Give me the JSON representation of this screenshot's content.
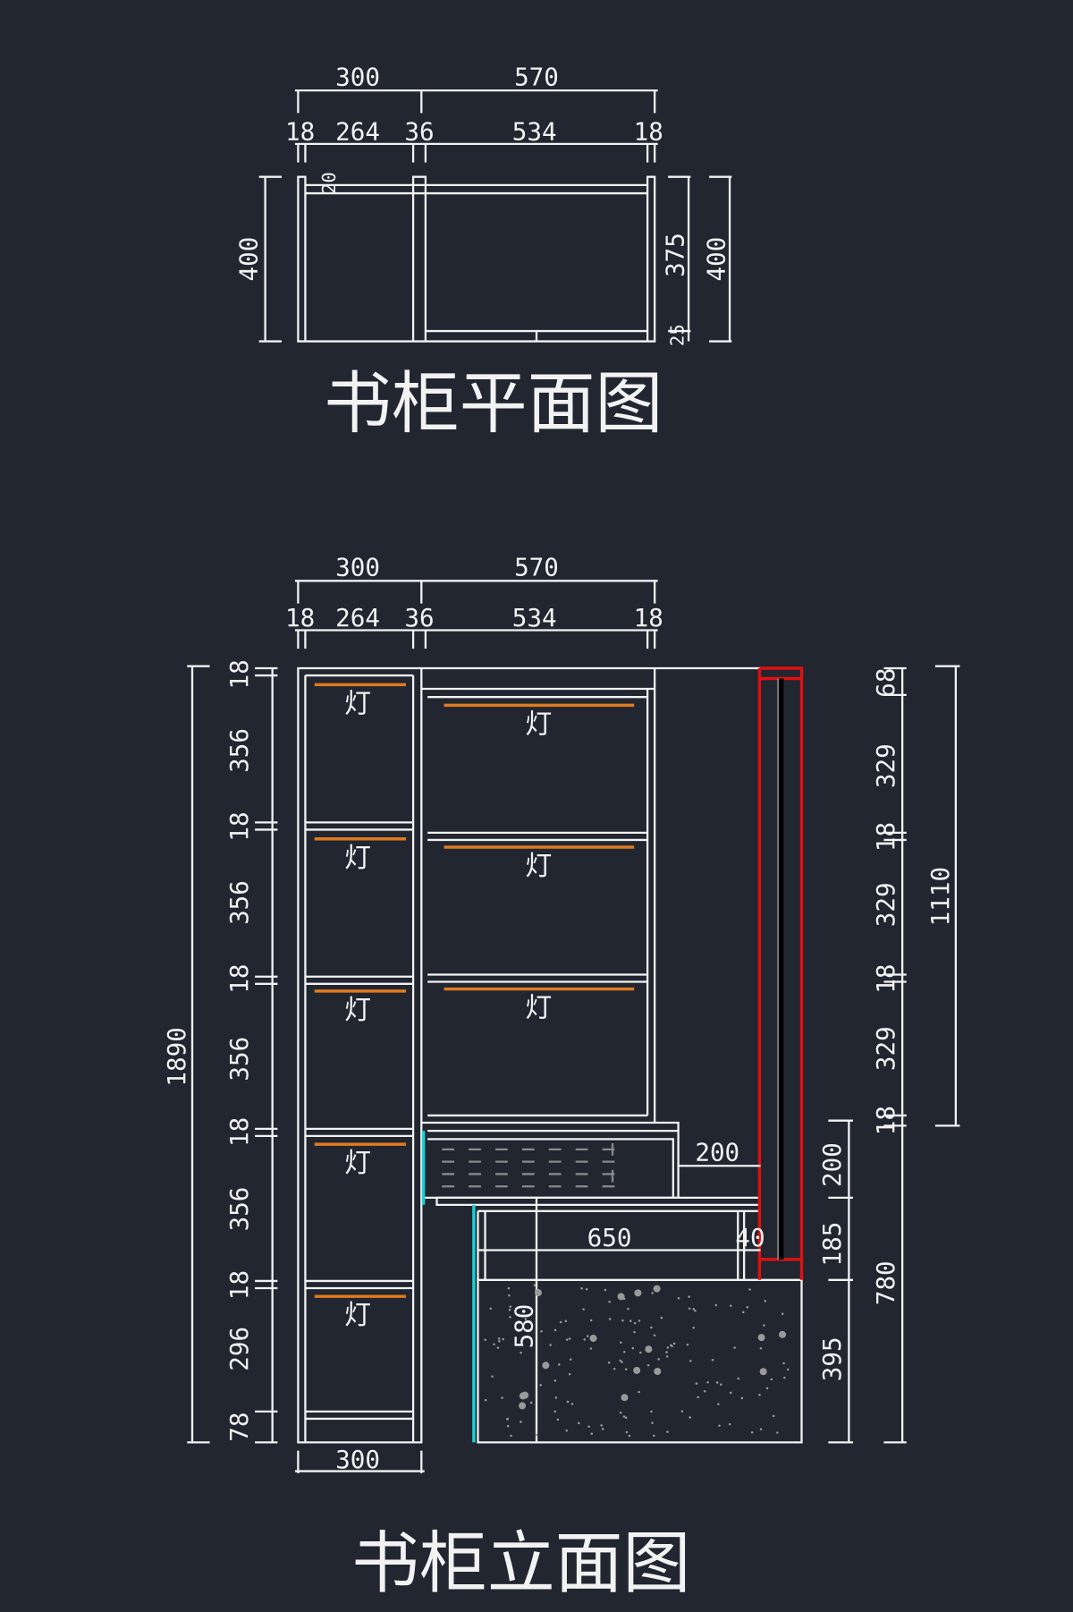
{
  "plan": {
    "title": "书柜平面图",
    "dims_top": [
      "300",
      "570"
    ],
    "dims_sub": [
      "18",
      "264",
      "36",
      "534",
      "18"
    ],
    "dim_left": "400",
    "dim_right_inner": "375",
    "dim_right_outer": "400",
    "dim_back": "20",
    "dim_door": "25"
  },
  "elevation": {
    "title": "书柜立面图",
    "dims_top": [
      "300",
      "570"
    ],
    "dims_sub": [
      "18",
      "264",
      "36",
      "534",
      "18"
    ],
    "dim_total_height": "1890",
    "left_chain": [
      "18",
      "356",
      "18",
      "356",
      "18",
      "356",
      "18",
      "356",
      "18",
      "296",
      "78"
    ],
    "bottom_width": "300",
    "right_chain_upper": [
      "68",
      "329",
      "18",
      "329",
      "18",
      "329",
      "18"
    ],
    "dim_upper_total": "1110",
    "right_chain_lower": [
      "200",
      "185",
      "395"
    ],
    "dim_lower_total": "780",
    "dim_drawer_depth": "200",
    "dim_desk_depth": "650",
    "dim_gap": "40",
    "dim_leg_height": "580",
    "lamp_label": "灯"
  },
  "colors": {
    "background": "#212630",
    "line": "#f2f2f2",
    "lamp": "#e07a1f",
    "glass": "#19d0d8",
    "wall": "#e01010"
  }
}
